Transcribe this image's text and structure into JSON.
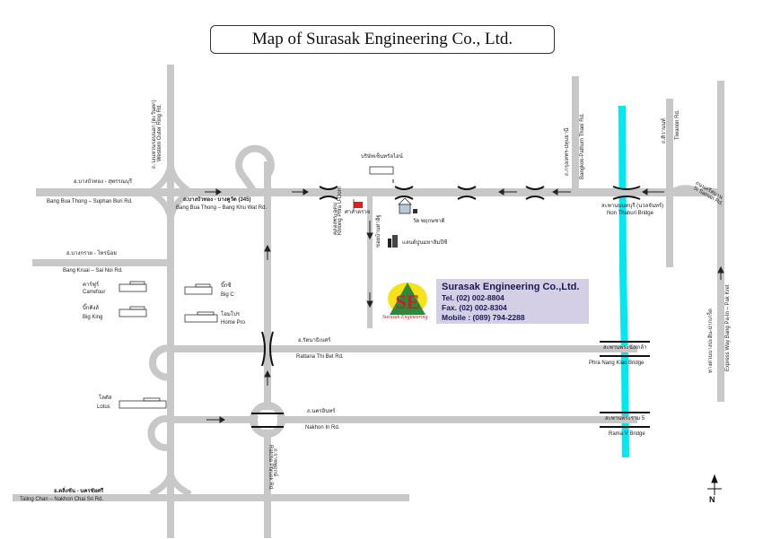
{
  "title": "Map of Surasak Engineering Co., Ltd.",
  "roads": {
    "bang_bua_thong_suphan_th": "อ.บางบัวทอง - สุพรรณบุรี",
    "bang_bua_thong_suphan_en": "Bang Bua Thong – Suphan Buri Rd.",
    "bang_bua_thong_bang_khu_wat_th": "ถ.บางบัวทอง - บางคูวัด (345)",
    "bang_bua_thong_bang_khu_wat_en": "Bang Bua Thong – Bang Khu Wat Rd.",
    "bang_kruai_sai_noi_th": "อ.บางกรวย - ไทรน้อย",
    "bang_kruai_sai_noi_en": "Bang Kruai – Sai Noi Rd.",
    "western_outer_ring_th": "ถ.วงแหวนรอบนอก (ตะวันตก)",
    "western_outer_ring_en": "Western Outer Ring Rd.",
    "khlong_phra_udom_th": "คลองพระอุดม",
    "khlong_phra_udom_en": "Khlong Phra U-Dom",
    "tha_it_th": "ซอยบ้านท่าอิฐ",
    "rattana_thi_bet_th": "อ.รัตนาธิเบศร์",
    "rattana_thi_bet_en": "Rattana Thi Bet Rd.",
    "nakhon_in_th": "ถ.นครอินทร์",
    "nakhon_in_en": "Nakhon In Rd.",
    "ratcha_phruek_th": "ถ.ราชพฤกษ์",
    "ratcha_phruek_en": "Ratcha Phruek Rd.",
    "taling_chan_th": "อ.ตลิ่งชัน - นครชัยศรี",
    "taling_chan_en": "Taling Chan – Nakhon Chai Sri Rd.",
    "bangkok_pathum_th": "ถ.กรุงเทพฯ-ปทุมธานี",
    "bangkok_pathum_en": "Bangkok-Pathum Thani Rd.",
    "tiwanon_th": "ถ.ติวานนท์",
    "tiwanon_en": "Tiwanon Rd.",
    "si_saman_th": "ถนนศรีสมาน",
    "si_saman_en": "Si Saman Rd.",
    "expressway_th": "ทางด่วนบางปะอิน-ปากเกร็ด",
    "expressway_en": "Express Way Bang Pa-In – Pak Kret"
  },
  "bridges": {
    "nonthaburi_th": "สะพานนนทบุรี (นวลจันทร์)",
    "nonthaburi_en": "Non Thaburi Bridge",
    "phra_nang_klao_th": "สะพานพระนั่งเกล้า",
    "phra_nang_klao_en": "Phra Nang Klao Bridge",
    "rama5_th": "สะพานพระราม 5",
    "rama5_en": "Rama V Bridge"
  },
  "landmarks": {
    "carrefour_th": "คาร์ฟูร์",
    "carrefour_en": "Carrefour",
    "big_king_th": "บิ๊กคิงส์",
    "big_king_en": "Big King",
    "big_c_th": "บิ๊กซี",
    "big_c_en": "Big C",
    "home_pro_th": "โฮมโปร",
    "home_pro_en": "Home Pro",
    "lotus_th": "โลตัส",
    "lotus_en": "Lotus",
    "police_th": "ศาลาตรวจ",
    "temple_th": "วัด พฤกษชาติ",
    "factory_th": "บริษัทเซ็นทรัลไลน์",
    "cement_th": "แลนด์ปูนมหาลิมปีซี"
  },
  "company": {
    "name": "Surasak Engineering Co.,Ltd.",
    "tel": "Tel.  (02) 002-8804",
    "fax": "Fax. (02) 002-8304",
    "mobile": "Mobile : (089) 794-2288",
    "logo_text": "SE",
    "logo_caption": "Surasak Engineering"
  },
  "north": "N",
  "colors": {
    "road": "#c8c8c8",
    "river": "#00e8f0",
    "logo_red": "#c8202a",
    "logo_yellow": "#f5e21a",
    "logo_green": "#2e8a3a",
    "panel": "#d4cfe4"
  }
}
